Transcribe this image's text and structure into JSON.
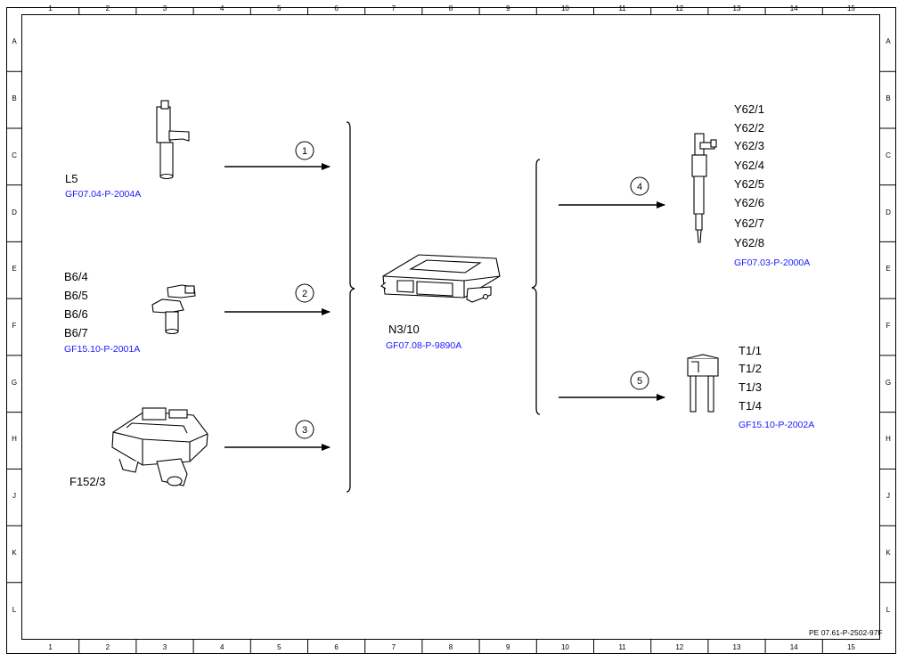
{
  "frame": {
    "columns": [
      "1",
      "2",
      "3",
      "4",
      "5",
      "6",
      "7",
      "8",
      "9",
      "10",
      "11",
      "12",
      "13",
      "14",
      "15"
    ],
    "rows": [
      "A",
      "B",
      "C",
      "D",
      "E",
      "F",
      "G",
      "H",
      "J",
      "K",
      "L"
    ]
  },
  "components": {
    "l5": {
      "labels": [
        "L5"
      ],
      "ref": "GF07.04-P-2004A"
    },
    "b6": {
      "labels": [
        "B6/4",
        "B6/5",
        "B6/6",
        "B6/7"
      ],
      "ref": "GF15.10-P-2001A"
    },
    "f152": {
      "labels": [
        "F152/3"
      ]
    },
    "n3": {
      "labels": [
        "N3/10"
      ],
      "ref": "GF07.08-P-9890A"
    },
    "y62": {
      "labels": [
        "Y62/1",
        "Y62/2",
        "Y62/3",
        "Y62/4",
        "Y62/5",
        "Y62/6",
        "Y62/7",
        "Y62/8"
      ],
      "ref": "GF07.03-P-2000A"
    },
    "t1": {
      "labels": [
        "T1/1",
        "T1/2",
        "T1/3",
        "T1/4"
      ],
      "ref": "GF15.10-P-2002A"
    }
  },
  "signals": [
    "1",
    "2",
    "3",
    "4",
    "5"
  ],
  "footer": "PE 07.61-P-2502-97F"
}
